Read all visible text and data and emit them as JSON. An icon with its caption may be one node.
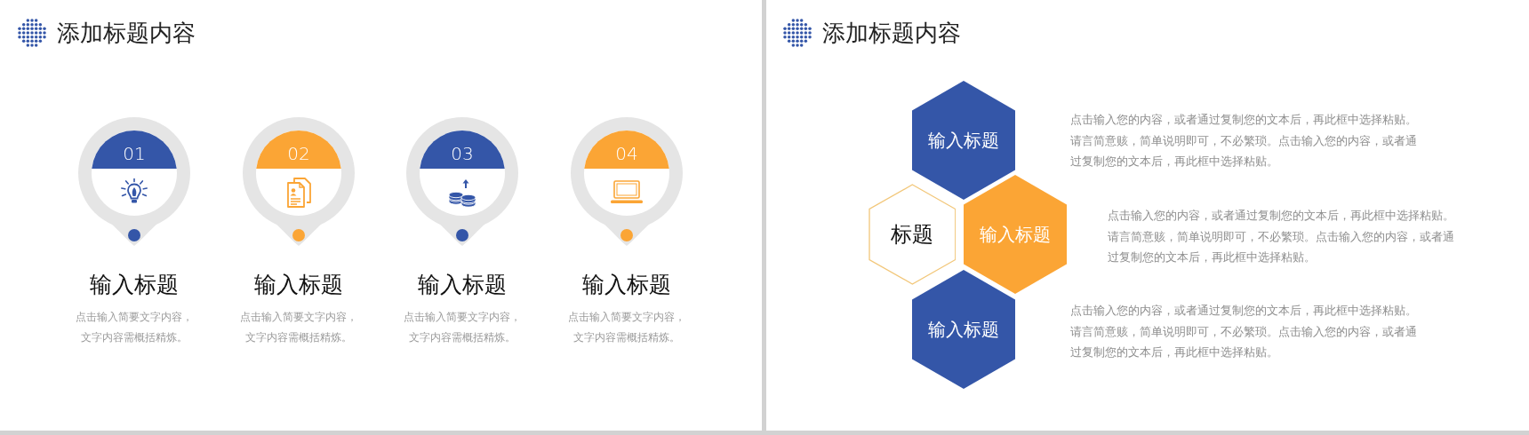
{
  "diagram": {
    "title": "添加标题内容",
    "nodes": [
      {
        "text": [
          "01",
          "输入标题",
          "点击输入简要文字内容，文字内容需概括精炼。"
        ]
      },
      {
        "text": [
          "02",
          "输入标题",
          "点击输入简要文字内容，文字内容需概括精炼。"
        ]
      },
      {
        "text": [
          "03",
          "输入标题",
          "点击输入简要文字内容，文字内容需概括精炼。"
        ]
      },
      {
        "text": [
          "04",
          "输入标题",
          "点击输入简要文字内容，文字内容需概括精炼。"
        ]
      },
      {
        "text": [
          "输入标题"
        ]
      },
      {
        "text": [
          "标题"
        ]
      },
      {
        "text": [
          "输入标题"
        ]
      },
      {
        "text": [
          "输入标题"
        ]
      }
    ],
    "labels": [
      "添加标题内容",
      "点击输入您的内容，或者通过复制您的文本后，再此框中选择粘贴。请言简意赅，简单说明即可，不必繁琐。点击输入您的内容，或者通过复制您的文本后，再此框中选择粘贴。",
      "点击输入您的内容，或者通过复制您的文本后，再此框中选择粘贴。请言简意赅，简单说明即可，不必繁琐。点击输入您的内容，或者通过复制您的文本后，再此框中选择粘贴。",
      "点击输入您的内容，或者通过复制您的文本后，再此框中选择粘贴。请言简意赅，简单说明即可，不必繁琐。点击输入您的内容，或者通过复制您的文本后，再此框中选择粘贴。"
    ]
  }
}
